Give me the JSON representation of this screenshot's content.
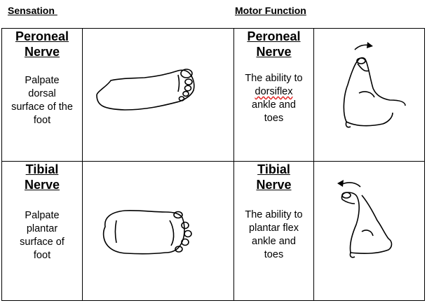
{
  "headings": {
    "sensation": "Sensation ",
    "motor": "Motor Function"
  },
  "rows": [
    {
      "sensation": {
        "nerve_line1": "Peroneal",
        "nerve_line2": "Nerve",
        "desc": [
          "Palpate",
          "dorsal",
          "surface of the",
          "foot"
        ],
        "icon": "foot-top-view-icon"
      },
      "motor": {
        "nerve_line1": "Peroneal",
        "nerve_line2": "Nerve",
        "desc_line1": "The ability to",
        "desc_line2": "dorsiflex",
        "desc_line3": "ankle and",
        "desc_line4": "toes",
        "icon": "foot-dorsiflexion-icon"
      }
    },
    {
      "sensation": {
        "nerve_line1": "Tibial",
        "nerve_line2": "Nerve",
        "desc": [
          "Palpate",
          "plantar",
          "surface of",
          "foot"
        ],
        "icon": "foot-sole-view-icon"
      },
      "motor": {
        "nerve_line1": "Tibial",
        "nerve_line2": "Nerve",
        "desc_line1": "The ability to",
        "desc_line2": "plantar flex",
        "desc_line3": "ankle and",
        "desc_line4": "toes",
        "icon": "foot-plantar-flexion-icon"
      }
    }
  ],
  "colors": {
    "border": "#000000",
    "spellcheck": "#e02020"
  }
}
